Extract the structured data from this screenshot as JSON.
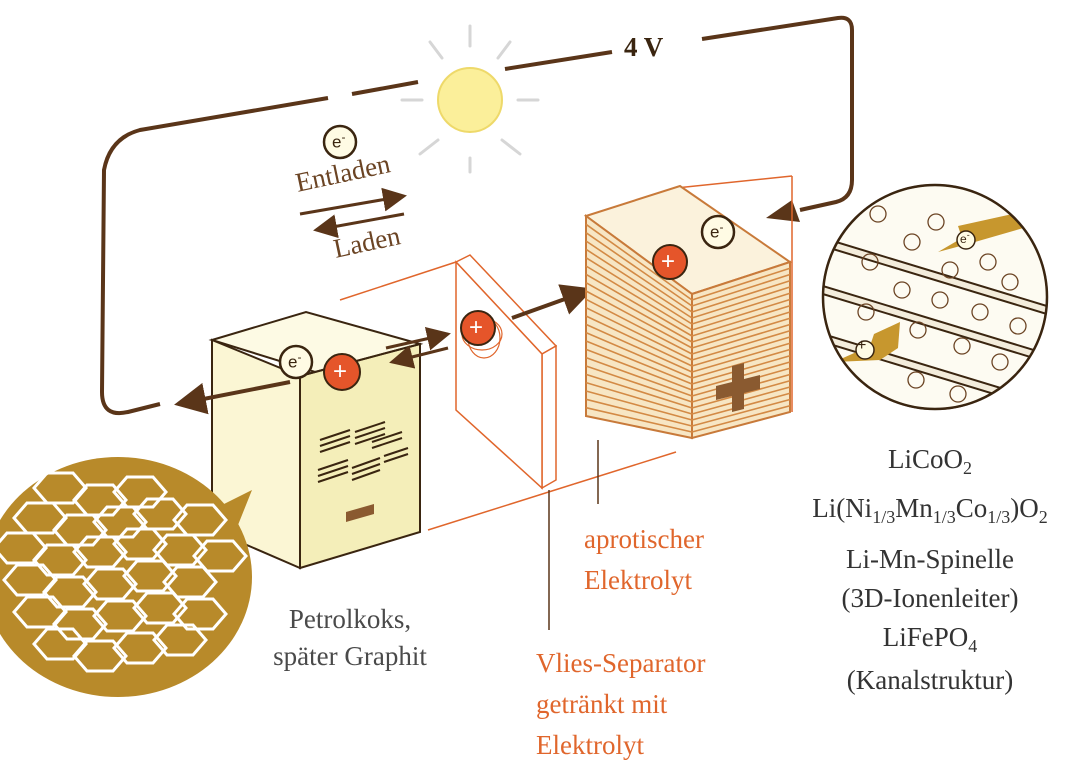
{
  "voltage": "4 V",
  "discharge_label": "Entladen",
  "charge_label": "Laden",
  "electron_symbol": "e",
  "electron_charge": "-",
  "ion_symbol": "+",
  "cathode_sign": "+",
  "anode": {
    "line1": "Petrolkoks,",
    "line2": "später Graphit"
  },
  "electrolyte": {
    "line1": "aprotischer",
    "line2": "Elektrolyt"
  },
  "separator": {
    "line1": "Vlies-Separator",
    "line2": "getränkt mit",
    "line3": "Elektrolyt"
  },
  "cathode_materials": {
    "licoo2": {
      "base": "LiCoO",
      "sub": "2"
    },
    "nmc": {
      "p1": "Li(Ni",
      "s1": "1/3",
      "p2": "Mn",
      "s2": "1/3",
      "p3": "Co",
      "s3": "1/3",
      "p4": ")O",
      "s4": "2"
    },
    "spinel_name": "Li-Mn-Spinelle",
    "spinel_note": "(3D-Ionenleiter)",
    "lifepo4": {
      "base": "LiFePO",
      "sub": "4"
    },
    "lifepo4_note": "(Kanalstruktur)"
  },
  "colors": {
    "brown": "#5a3519",
    "orange": "#e0662c",
    "gold": "#b88a2a",
    "cream": "#fbf6d4",
    "sun": "#fbef9a"
  }
}
